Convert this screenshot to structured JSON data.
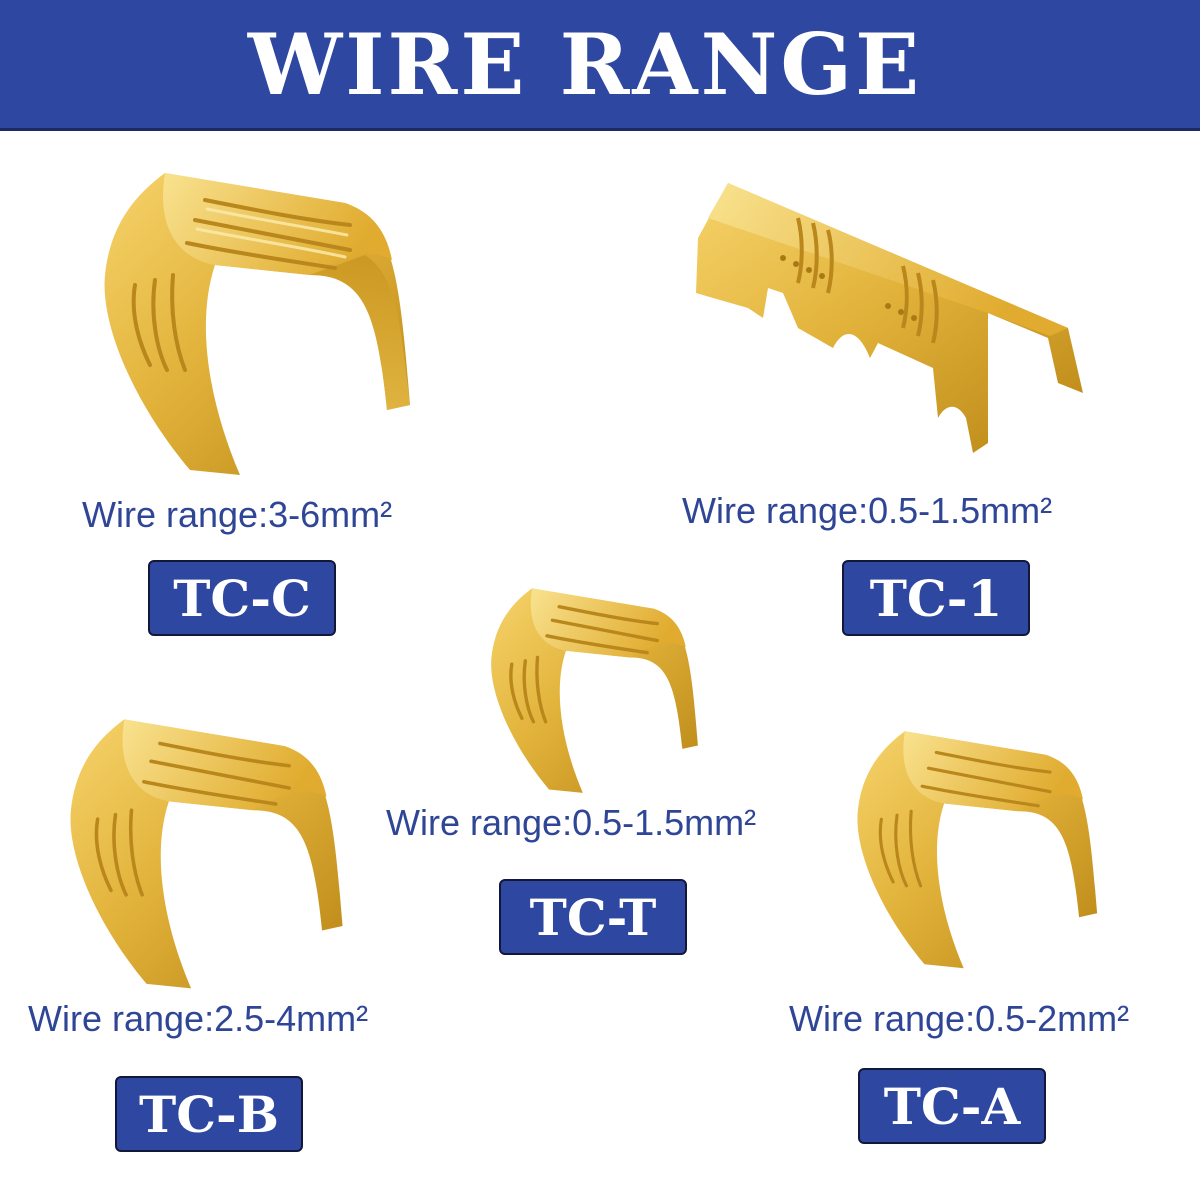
{
  "banner": {
    "title": "WIRE RANGE"
  },
  "colors": {
    "banner": "#2e47a0",
    "label_text": "#2f4596",
    "brass": "#e0b033"
  },
  "products": [
    {
      "code": "TC-C",
      "wire_range": "Wire range:3-6mm²",
      "icon": "brass-u-clip-icon"
    },
    {
      "code": "TC-1",
      "wire_range": "Wire range:0.5-1.5mm²",
      "icon": "brass-strip-clip-icon"
    },
    {
      "code": "TC-T",
      "wire_range": "Wire range:0.5-1.5mm²",
      "icon": "brass-u-clip-icon"
    },
    {
      "code": "TC-B",
      "wire_range": "Wire range:2.5-4mm²",
      "icon": "brass-u-clip-icon"
    },
    {
      "code": "TC-A",
      "wire_range": "Wire range:0.5-2mm²",
      "icon": "brass-u-clip-icon"
    }
  ]
}
